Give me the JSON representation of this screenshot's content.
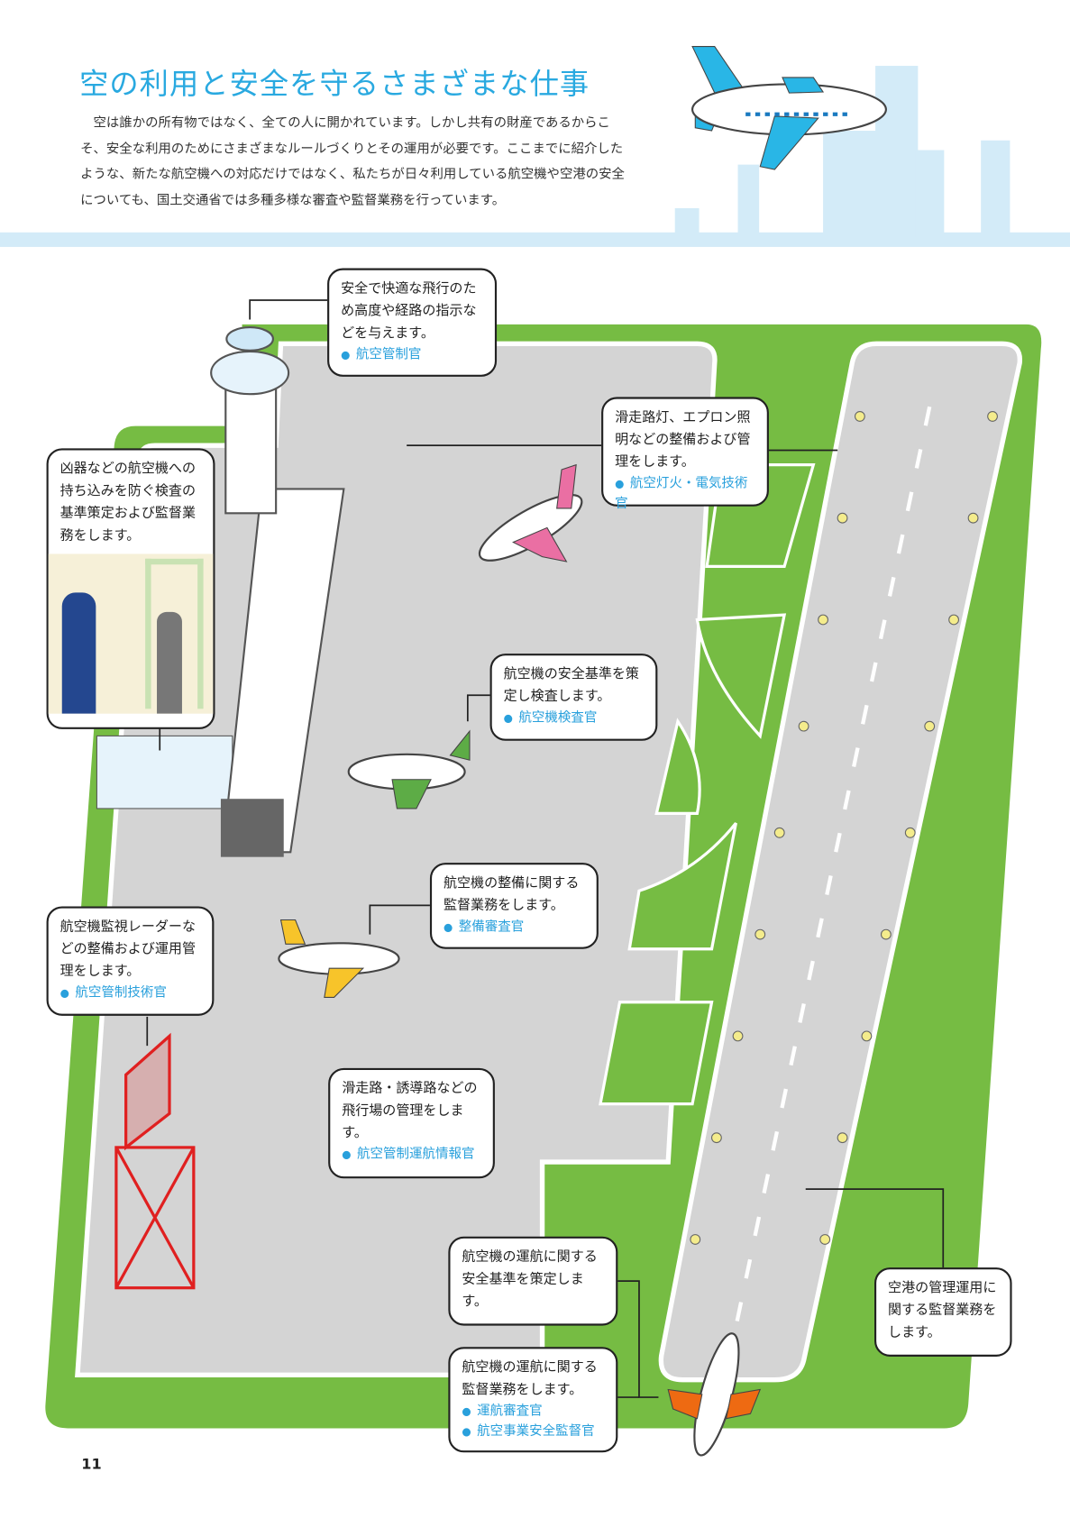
{
  "header": {
    "title": "空の利用と安全を守るさまざまな仕事",
    "intro": "空は誰かの所有物ではなく、全ての人に開かれています。しかし共有の財産であるからこそ、安全な利用のためにさまざまなルールづくりとその運用が必要です。ここまでに紹介したような、新たな航空機への対応だけではなく、私たちが日々利用している航空機や空港の安全についても、国土交通省では多種多様な審査や監督業務を行っています。"
  },
  "callouts": [
    {
      "text": "安全で快適な飛行のため高度や経路の指示などを与えます。",
      "roles": [
        "航空管制官"
      ]
    },
    {
      "text": "滑走路灯、エプロン照明などの整備および管理をします。",
      "roles": [
        "航空灯火・電気技術官"
      ]
    },
    {
      "text": "凶器などの航空機への持ち込みを防ぐ検査の基準策定および監督業務をします。",
      "roles": []
    },
    {
      "text": "航空機の安全基準を策定し検査します。",
      "roles": [
        "航空機検査官"
      ]
    },
    {
      "text": "航空機の整備に関する監督業務をします。",
      "roles": [
        "整備審査官"
      ]
    },
    {
      "text": "航空機監視レーダーなどの整備および運用管理をします。",
      "roles": [
        "航空管制技術官"
      ]
    },
    {
      "text": "滑走路・誘導路などの飛行場の管理をします。",
      "roles": [
        "航空管制運航情報官"
      ]
    },
    {
      "text": "航空機の運航に関する安全基準を策定します。",
      "roles": []
    },
    {
      "text": "航空機の運航に関する監督業務をします。",
      "roles": [
        "運航審査官",
        "航空事業安全監督官"
      ]
    },
    {
      "text": "空港の管理運用に関する監督業務をします。",
      "roles": []
    }
  ],
  "page_number": "11",
  "colors": {
    "accent": "#29a9e0",
    "grass": "#76bc43",
    "apron": "#d4d4d4"
  }
}
